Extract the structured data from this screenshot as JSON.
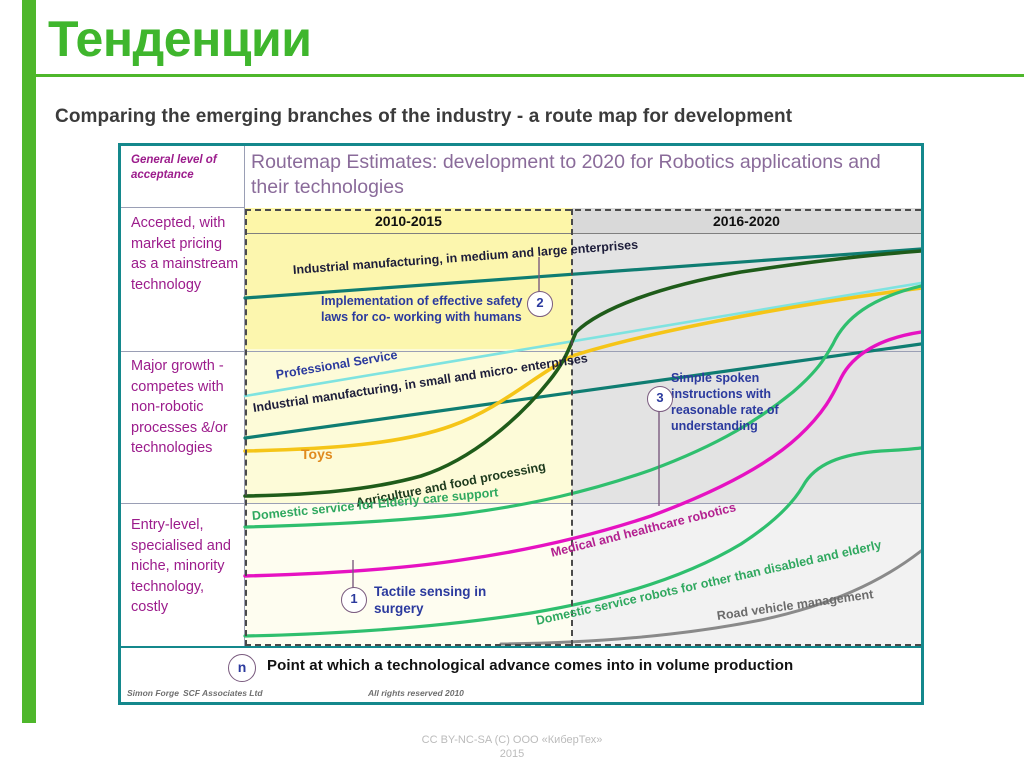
{
  "slide": {
    "title": "Тенденции",
    "subtitle": "Comparing the emerging branches of the industry - a route map for development",
    "footer_line1": "CC BY-NC-SA (C) ООО «КиберТех»",
    "footer_line2": "2015",
    "accent_green": "#4eb72b",
    "title_color": "#3fb62d"
  },
  "figure": {
    "border_color": "#14888c",
    "title": "Routemap Estimates: development to 2020 for Robotics applications and their technologies",
    "axis_header": "General level of acceptance",
    "periods": [
      {
        "label": "2010-2015",
        "color": "#fdf6a8"
      },
      {
        "label": "2016-2020",
        "color": "#d9d9d9"
      }
    ],
    "acceptance_levels": [
      "Accepted, with market pricing as a mainstream technology",
      "Major growth -competes with non-robotic processes &/or technologies",
      "Entry-level, specialised and niche, minority technology, costly"
    ],
    "legend": {
      "marker": "n",
      "text": "Point at which a technological  advance comes into in volume production"
    },
    "credits": {
      "author": "Simon Forge",
      "company": "SCF  Associates Ltd",
      "rights": "All rights reserved 2010"
    }
  },
  "chart_data": {
    "type": "line",
    "title": "Routemap Estimates: development to 2020 for Robotics applications and their technologies",
    "xlabel": "",
    "ylabel": "General level of acceptance",
    "x_bands": [
      "2010-2015",
      "2016-2020"
    ],
    "y_bands": [
      "Accepted, with market pricing as a mainstream technology",
      "Major growth -competes with non-robotic processes &/or technologies",
      "Entry-level, specialised and niche, minority technology, costly"
    ],
    "grid": true,
    "legend_position": "bottom",
    "series": [
      {
        "name": "Industrial manufacturing, in medium and large enterprises",
        "color": "#0f7d72",
        "label_rotation": -6.5
      },
      {
        "name": "Professional Service",
        "color": "#7fe3e0",
        "label_color": "#2b3a9e",
        "label_rotation": -12
      },
      {
        "name": "Industrial manufacturing, in small and micro- enterprises",
        "color": "#0f7d72",
        "label_color": "#1d1d3a",
        "label_rotation": -12
      },
      {
        "name": "Toys",
        "color": "#f5c518",
        "label_color": "#e08a1e",
        "label_rotation": 0
      },
      {
        "name": "Agriculture and food processing",
        "color": "#1f5c1a",
        "label_color": "#1d3a1d",
        "label_rotation": -14
      },
      {
        "name": "Domestic service for Elderly care support",
        "color": "#2fbf6e",
        "label_color": "#2fa85f",
        "label_rotation": -6
      },
      {
        "name": "Medical and healthcare robotics",
        "color": "#e612c2",
        "label_color": "#b32090",
        "label_rotation": -15
      },
      {
        "name": "Domestic service robots for other than disabled and elderly",
        "color": "#2fbf6e",
        "label_color": "#2fa85f",
        "label_rotation": -13
      },
      {
        "name": "Road vehicle management",
        "color": "#8a8a8a",
        "label_color": "#6b6b6b",
        "label_rotation": -9
      }
    ],
    "annotations": [
      {
        "id": "2",
        "text": "Implementation of effective safety laws for co- working with humans"
      },
      {
        "id": "3",
        "text": "Simple spoken instructions with reasonable rate of understanding"
      },
      {
        "id": "1",
        "text": "Tactile sensing in surgery"
      }
    ]
  }
}
